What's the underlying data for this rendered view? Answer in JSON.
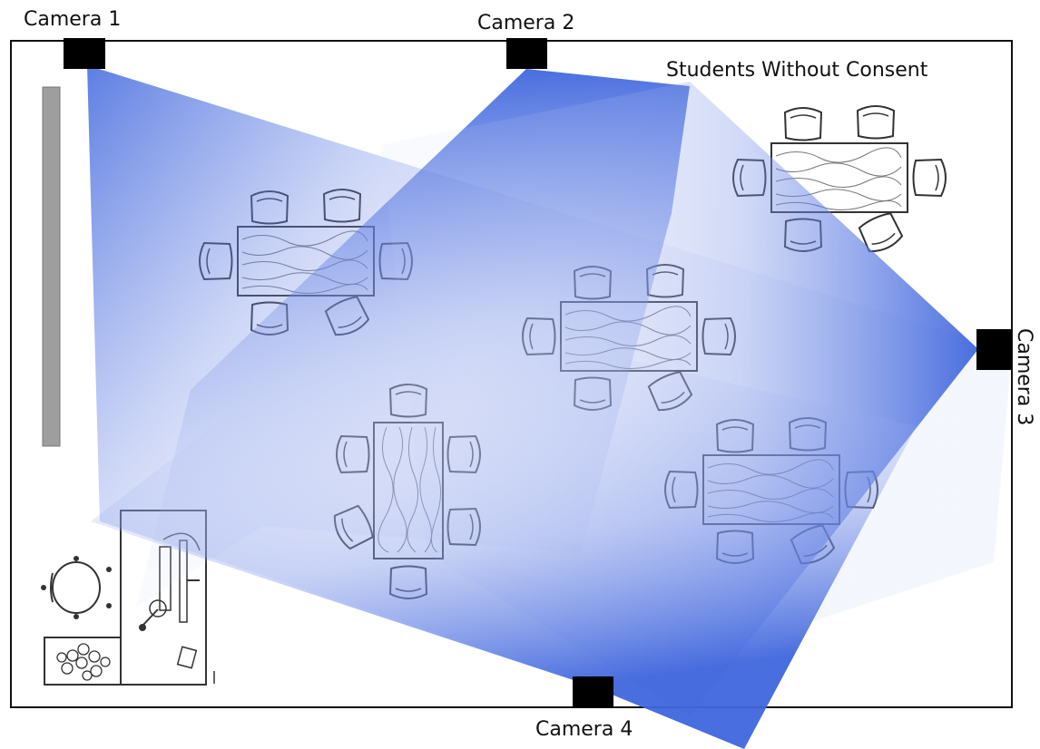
{
  "diagram": {
    "cameras": [
      {
        "id": "cam1",
        "label": "Camera 1"
      },
      {
        "id": "cam2",
        "label": "Camera 2"
      },
      {
        "id": "cam3",
        "label": "Camera 3"
      },
      {
        "id": "cam4",
        "label": "Camera 4"
      }
    ],
    "zone_label": "Students Without Consent",
    "colors": {
      "fov": "#3f66dd",
      "camera": "#000000",
      "border": "#111111",
      "whiteboard": "#9e9e9e",
      "furniture_stroke": "#333333"
    },
    "icons": [
      "camera-icon",
      "table-icon",
      "chair-icon",
      "whiteboard-icon",
      "desk-icon",
      "office-chair-icon",
      "plant-icon"
    ]
  }
}
